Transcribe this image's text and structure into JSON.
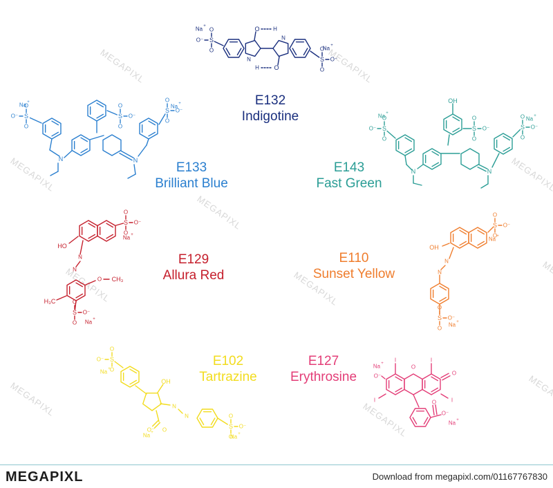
{
  "colors": {
    "indigotine": "#1a2f7e",
    "brilliant_blue": "#2a7fcf",
    "fast_green": "#2a9d95",
    "allura_red": "#c51f2c",
    "sunset_yellow": "#ef7d2d",
    "tartrazine": "#f2dc1e",
    "erythrosine": "#e33d77"
  },
  "compounds": [
    {
      "id": "indigotine",
      "code": "E132",
      "name": "Indigotine"
    },
    {
      "id": "brilliant_blue",
      "code": "E133",
      "name": "Brilliant Blue"
    },
    {
      "id": "fast_green",
      "code": "E143",
      "name": "Fast Green"
    },
    {
      "id": "allura_red",
      "code": "E129",
      "name": "Allura Red"
    },
    {
      "id": "sunset_yellow",
      "code": "E110",
      "name": "Sunset Yellow"
    },
    {
      "id": "tartrazine",
      "code": "E102",
      "name": "Tartrazine"
    },
    {
      "id": "erythrosine",
      "code": "E127",
      "name": "Erythrosine"
    }
  ],
  "atoms": {
    "na": "Na",
    "plus": "+",
    "o": "O",
    "o_minus": "O⁻",
    "s": "S",
    "n": "N",
    "h": "H",
    "ho": "HO",
    "oh": "OH",
    "ch3": "CH₃",
    "h3c": "H₃C",
    "i": "I"
  },
  "watermark": "MEGAPIXL",
  "footer": {
    "logo": "MEGAPIXL",
    "download": "Download from megapixl.com/01167767830"
  }
}
